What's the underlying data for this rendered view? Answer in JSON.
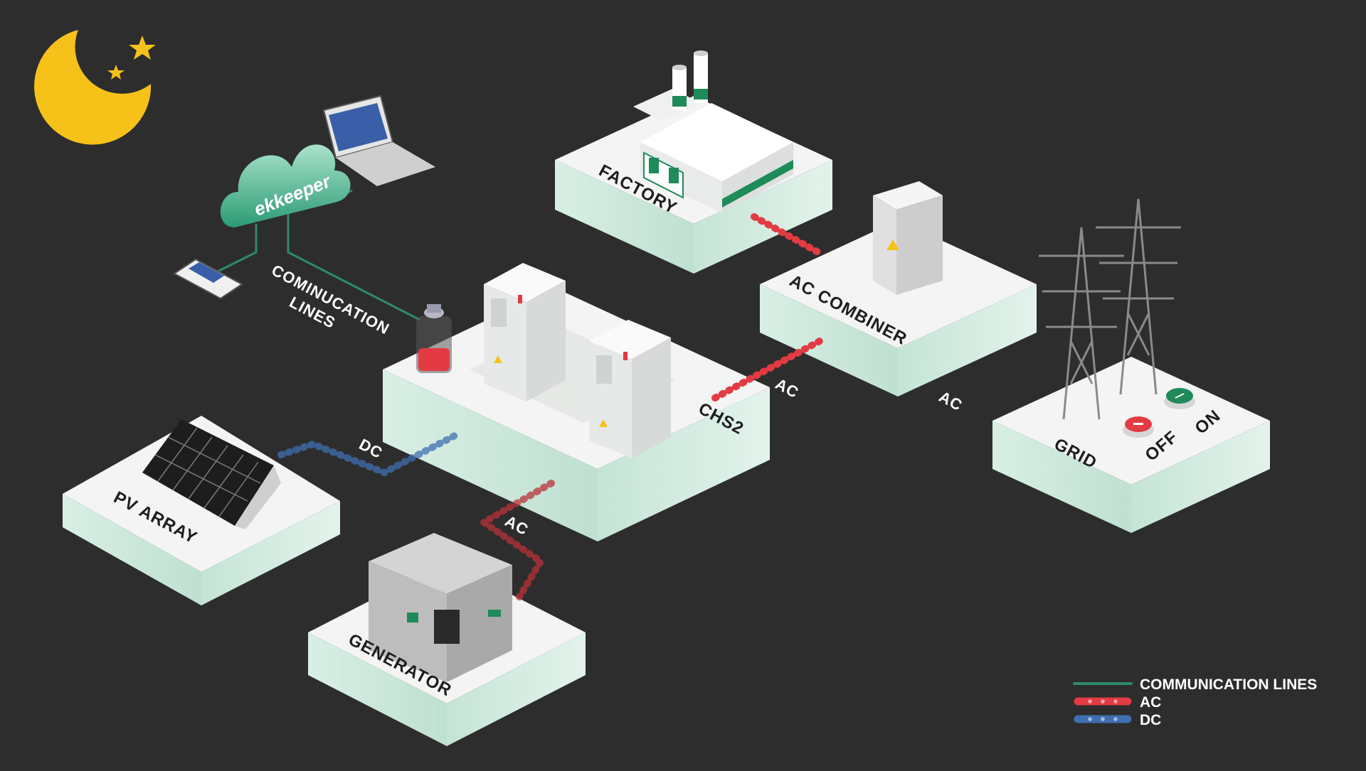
{
  "brand": {
    "cloud_logo": "ekkeeper"
  },
  "nodes": {
    "factory": "FACTORY",
    "ac_combiner": "AC COMBINER",
    "chs2": "CHS2",
    "grid": "GRID",
    "pv_array": "PV ARRAY",
    "generator": "GENERATOR",
    "communication": "COMINUCATION",
    "communication_line2": "LINES"
  },
  "grid_switch": {
    "off_label": "OFF",
    "on_label": "ON"
  },
  "connections": {
    "chs2_to_combiner": "AC",
    "combiner_to_grid": "AC",
    "pv_to_chs2": "DC",
    "generator_to_chs2": "AC"
  },
  "legend": [
    {
      "label": "COMMUNICATION LINES",
      "color": "#2e8b6a"
    },
    {
      "label": "AC",
      "color": "#e23b43"
    },
    {
      "label": "DC",
      "color": "#3f6fb0"
    }
  ],
  "colors": {
    "background": "#2d2d2d",
    "platform_top": "#f3f4f3",
    "platform_side": "#cfe7dc",
    "ac_line": "#e23b43",
    "dc_line": "#3f6fb0",
    "comm_line": "#2e8b6a",
    "moon": "#f6c21a"
  },
  "icons": [
    "moon-icon",
    "star-icon",
    "cloud-icon",
    "laptop-icon",
    "tablet-icon",
    "battery-icon",
    "warning-icon",
    "transmission-tower-icon"
  ]
}
